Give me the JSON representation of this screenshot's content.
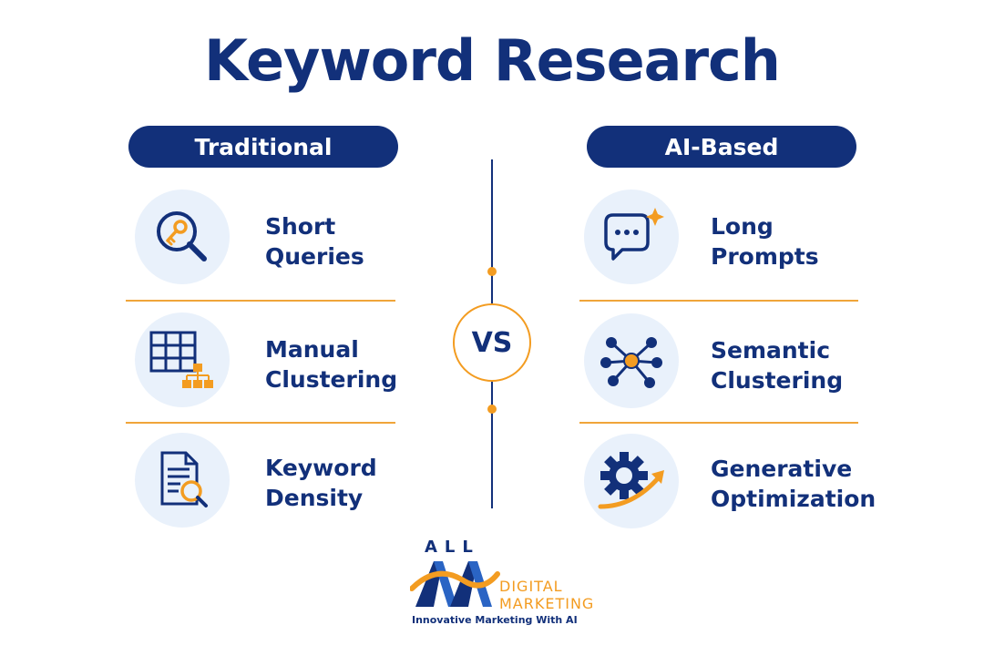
{
  "title": "Keyword Research",
  "left": {
    "header": "Traditional",
    "items": [
      {
        "line1": "Short",
        "line2": "Queries",
        "icon": "key-search-icon"
      },
      {
        "line1": "Manual",
        "line2": "Clustering",
        "icon": "grid-hierarchy-icon"
      },
      {
        "line1": "Keyword",
        "line2": "Density",
        "icon": "document-search-icon"
      }
    ]
  },
  "right": {
    "header": "AI-Based",
    "items": [
      {
        "line1": "Long",
        "line2": "Prompts",
        "icon": "chat-sparkle-icon"
      },
      {
        "line1": "Semantic",
        "line2": "Clustering",
        "icon": "network-icon"
      },
      {
        "line1": "Generative",
        "line2": "Optimization",
        "icon": "gear-arrow-icon"
      }
    ]
  },
  "vs": "VS",
  "logo": {
    "top": "ALL",
    "line1": "DIGITAL",
    "line2": "MARKETING",
    "tagline": "Innovative Marketing With AI"
  },
  "colors": {
    "navy": "#12307a",
    "orange": "#f39c21",
    "circle": "#e9f1fb"
  }
}
